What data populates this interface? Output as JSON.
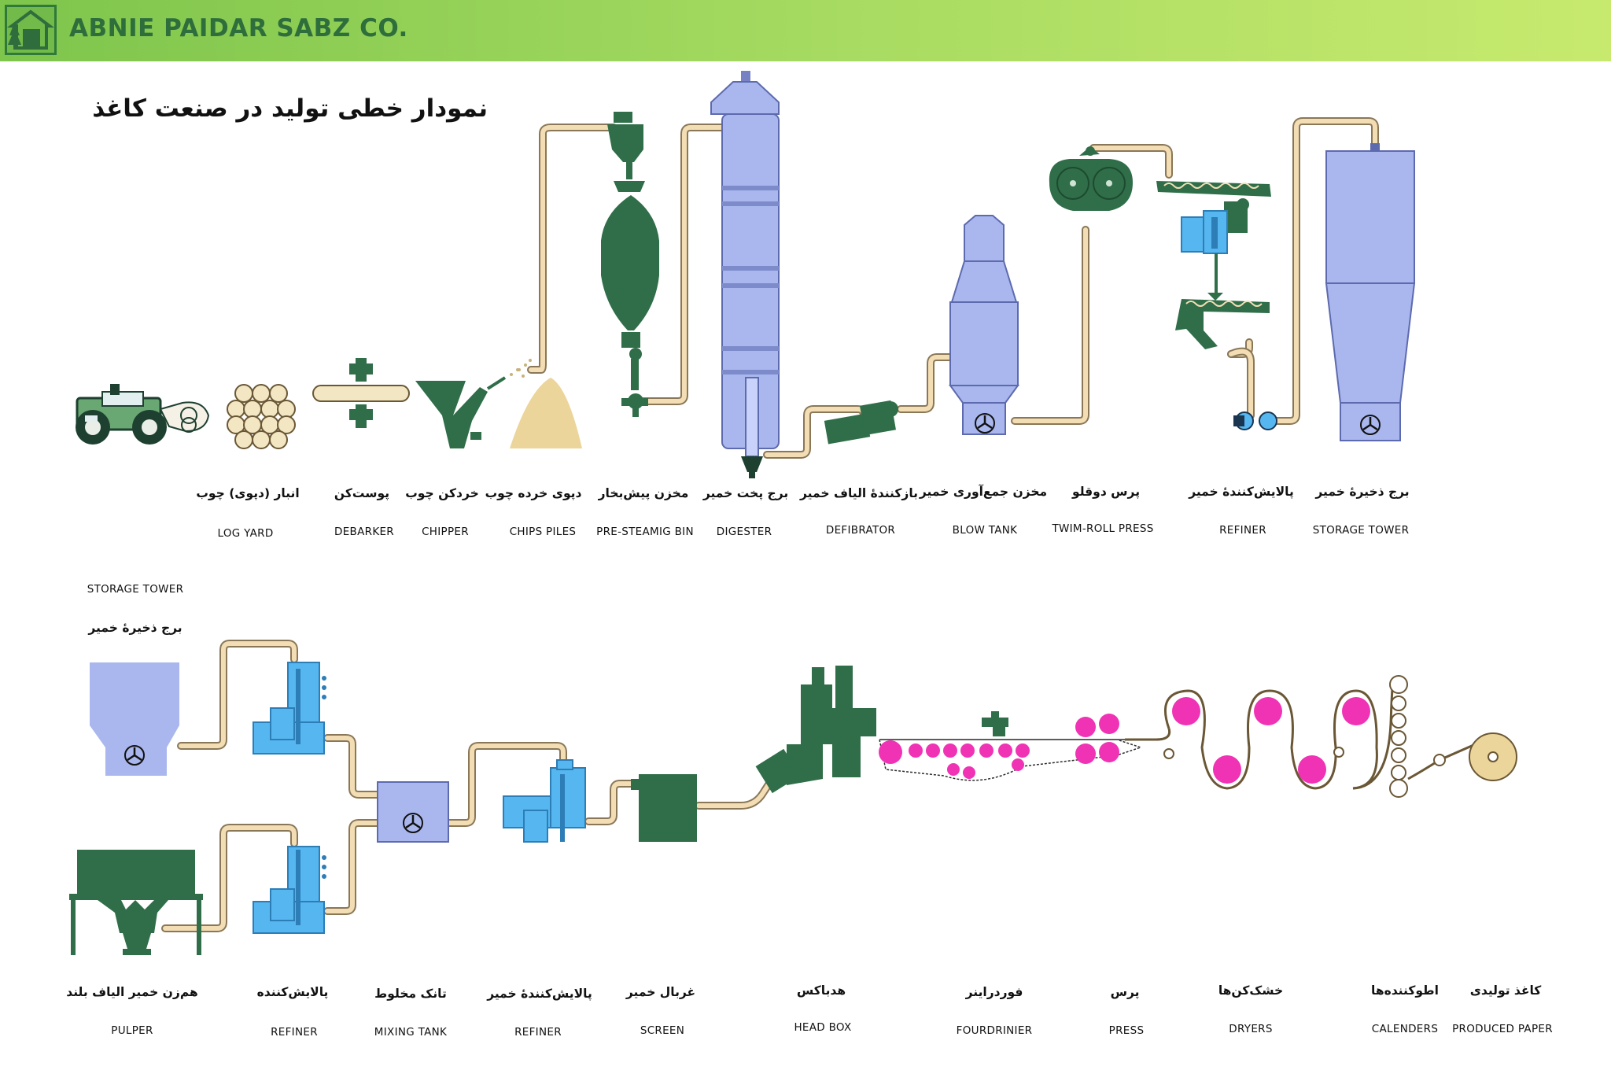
{
  "header": {
    "company": "ABNIE PAIDAR SABZ CO.",
    "bar_color": "#8fcf55",
    "logo_icon": "house-tree-logo"
  },
  "title": "نمودار خطی تولید در صنعت کاغذ",
  "colors": {
    "pipe": "#f3ddb4",
    "pipe_outline": "#8a7757",
    "light_blue": "#a9b7ee",
    "cyan_blue": "#56b6ef",
    "dark_green": "#2f6e48",
    "pink": "#f033b4",
    "chips": "#ecd59a"
  },
  "row1": [
    {
      "fa": "انبار (دپوی) چوب",
      "en": "LOG YARD"
    },
    {
      "fa": "پوست‌کن",
      "en": "DEBARKER"
    },
    {
      "fa": "خردکن چوب",
      "en": "CHIPPER"
    },
    {
      "fa": "دپوی خرده چوب",
      "en": "CHIPS PILES"
    },
    {
      "fa": "مخزن پیش‌بخار",
      "en": "PRE-STEAMIG BIN"
    },
    {
      "fa": "برج پخت خمیر",
      "en": "DIGESTER"
    },
    {
      "fa": "بازکنندهٔ الیاف خمیر",
      "en": "DEFIBRATOR"
    },
    {
      "fa": "مخزن جمع‌آوری خمیر",
      "en": "BLOW TANK"
    },
    {
      "fa": "پرس دوقلو",
      "en": "TWIM-ROLL PRESS"
    },
    {
      "fa": "پالایش‌کنندهٔ خمیر",
      "en": "REFINER"
    },
    {
      "fa": "برج ذخیرهٔ خمیر",
      "en": "STORAGE TOWER"
    }
  ],
  "storage_tower_row2": {
    "en": "STORAGE TOWER",
    "fa": "برج ذخیرهٔ خمیر"
  },
  "row2": [
    {
      "fa": "هم‌زن خمیر الیاف بلند",
      "en": "PULPER"
    },
    {
      "fa": "پالایش‌کننده",
      "en": "REFINER"
    },
    {
      "fa": "تانک مخلوط",
      "en": "MIXING TANK"
    },
    {
      "fa": "پالایش‌کنندهٔ خمیر",
      "en": "REFINER"
    },
    {
      "fa": "غربال خمیر",
      "en": "SCREEN"
    },
    {
      "fa": "هدباکس",
      "en": "HEAD BOX"
    },
    {
      "fa": "فوردراینر",
      "en": "FOURDRINIER"
    },
    {
      "fa": "پرس",
      "en": "PRESS"
    },
    {
      "fa": "خشک‌کن‌ها",
      "en": "DRYERS"
    },
    {
      "fa": "اطوکننده‌ها",
      "en": "CALENDERS"
    },
    {
      "fa": "کاغذ تولیدی",
      "en": "PRODUCED PAPER"
    }
  ]
}
